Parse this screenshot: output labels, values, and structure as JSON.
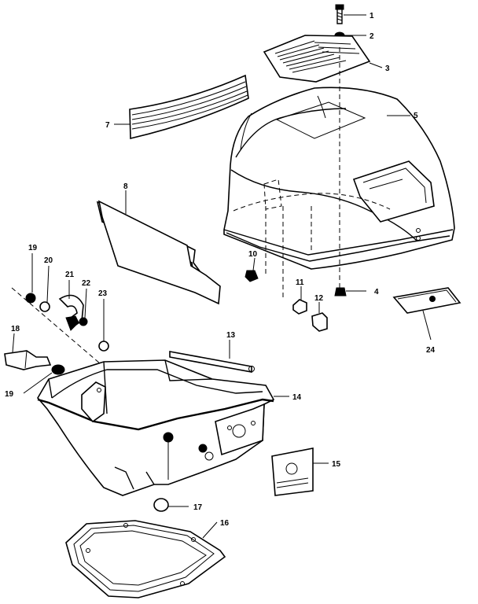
{
  "callouts": {
    "c1": "1",
    "c2": "2",
    "c3": "3",
    "c4": "4",
    "c5": "5",
    "c6": "8",
    "c7": "7",
    "c10": "10",
    "c11": "11",
    "c12": "12",
    "c13": "13",
    "c14": "14",
    "c15": "15",
    "c16": "16",
    "c17": "17",
    "c18": "18",
    "c19a": "19",
    "c19b": "19",
    "c20": "20",
    "c21": "21",
    "c22": "22",
    "c23": "23",
    "c24": "24"
  }
}
